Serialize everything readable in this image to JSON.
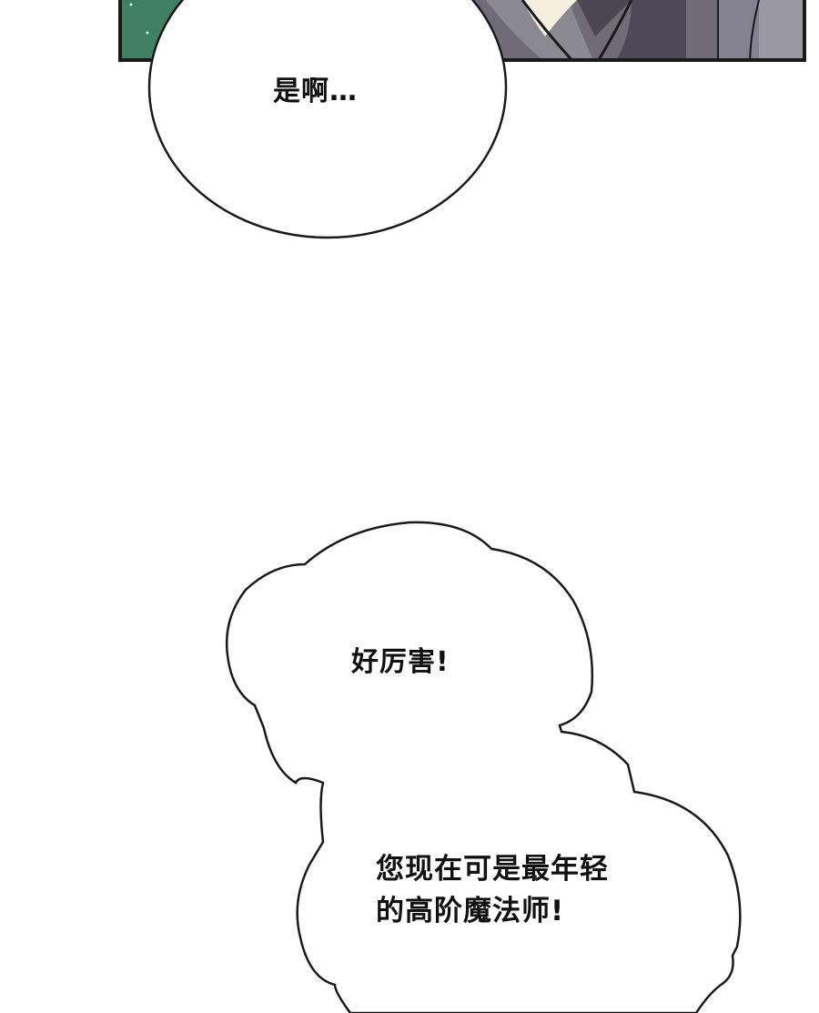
{
  "comic": {
    "top_panel": {
      "description": "Partial comic panel showing green background on left and a figure in gray-purple clothing on the right",
      "colors": {
        "background_green": "#3f7f62",
        "cloth_gray": "#7a7880",
        "cloth_dark": "#4a4652",
        "skin_light": "#f5efe0",
        "border": "#1a1a1a"
      }
    },
    "bubbles": [
      {
        "shape": "oval",
        "text": "是啊…"
      },
      {
        "shape": "cloud",
        "text": "好厉害!"
      },
      {
        "shape": "cloud",
        "text": "您现在可是最年轻\n的高阶魔法师!"
      }
    ]
  }
}
